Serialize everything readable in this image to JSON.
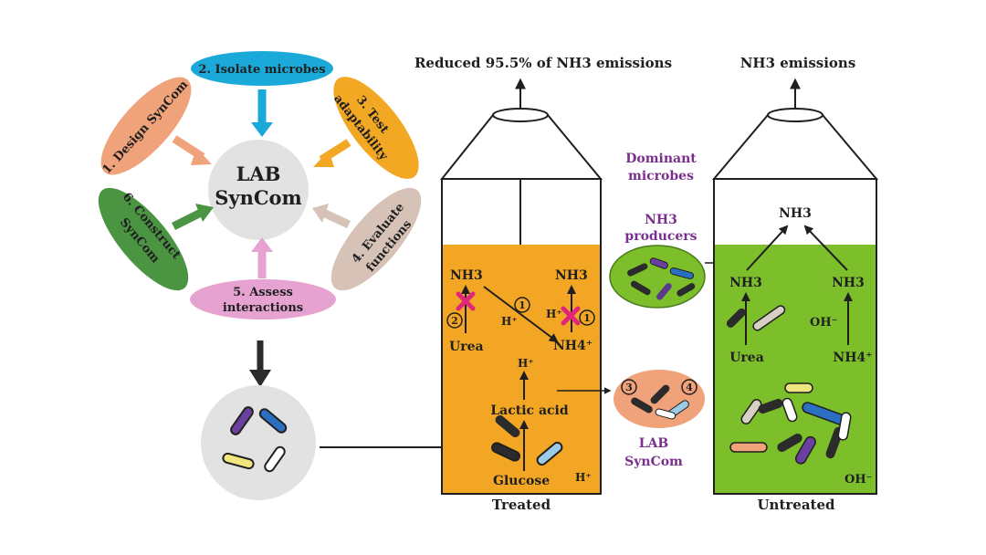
{
  "cycle": {
    "center": [
      "LAB",
      "SynCom"
    ],
    "steps": [
      "2. Isolate microbes",
      "1. Design SynCom",
      "3. Test adaptability",
      "6. Construct SynCom",
      "4. Evaluate functions",
      "5. Assess interactions"
    ],
    "colors": {
      "isolate": "#1aa9d8",
      "design": "#f0a27a",
      "test": "#f2a823",
      "construct": "#4a9442",
      "evaluate": "#d6c2b6",
      "assess": "#e6a3d2",
      "center": "#e2e2e2"
    }
  },
  "treated": {
    "header": "Reduced 95.5% of NH3 emissions",
    "caption": "Treated",
    "fill_color": "#f3a623",
    "labels": {
      "nh3_left": "NH3",
      "nh3_right": "NH3",
      "circle1_a": "1",
      "circle1_b": "1",
      "circle2": "2",
      "h_plus_left": "H⁺",
      "h_plus_right": "H⁺",
      "urea": "Urea",
      "nh4": "NH4⁺",
      "h_plus_mid": "H⁺",
      "lactic_acid": "Lactic acid",
      "glucose": "Glucose",
      "h_plus_bottom": "H⁺"
    }
  },
  "untreated": {
    "header": "NH3 emissions",
    "caption": "Untreated",
    "fill_color": "#7cbf2a",
    "labels": {
      "nh3_top": "NH3",
      "nh3_left": "NH3",
      "nh3_right": "NH3",
      "oh_mid": "OH⁻",
      "urea": "Urea",
      "nh4": "NH4⁺",
      "oh_bottom": "OH⁻"
    }
  },
  "middle": {
    "dominant": [
      "Dominant",
      "microbes"
    ],
    "producers": [
      "NH3",
      "producers"
    ],
    "lab_syncom": [
      "LAB",
      "SynCom"
    ],
    "circle3": "3",
    "circle4": "4"
  }
}
